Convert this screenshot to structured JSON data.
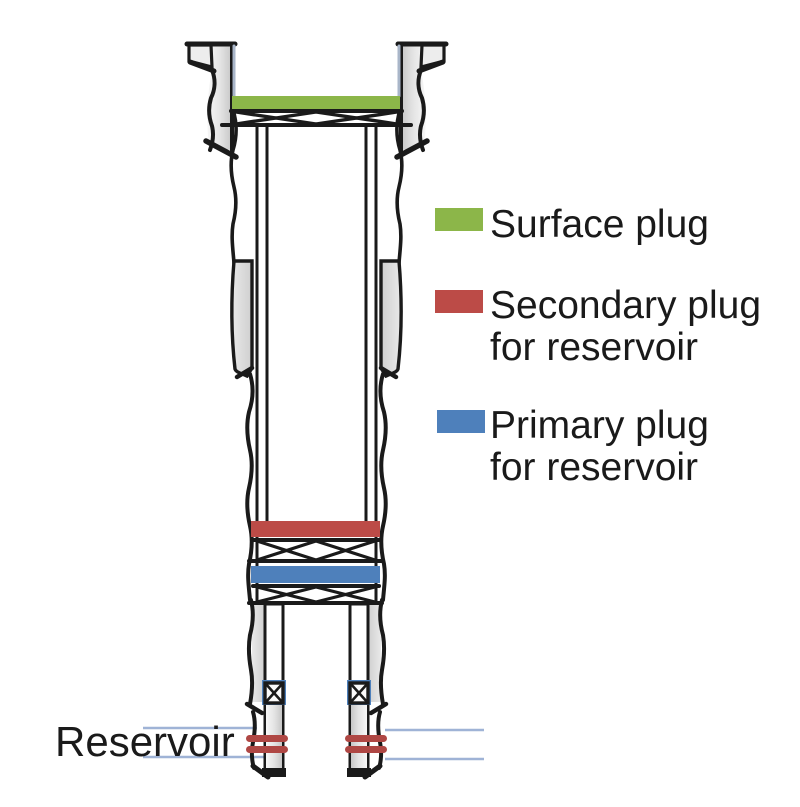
{
  "legend": {
    "items": [
      {
        "name": "surface-plug",
        "label": "Surface plug",
        "color": "#8CB649"
      },
      {
        "name": "secondary-plug",
        "label": "Secondary plug",
        "label2": "for reservoir",
        "color": "#BC4B47"
      },
      {
        "name": "primary-plug",
        "label": "Primary plug",
        "label2": "for reservoir",
        "color": "#4E80BB"
      }
    ]
  },
  "annotations": {
    "reservoir_label": "Reservoir"
  },
  "colors": {
    "surface_plug_green": "#8CB649",
    "secondary_plug_red": "#BC4B47",
    "primary_plug_blue": "#4E80BB",
    "reservoir_line_blue": "#9FB3D6",
    "perforation_red": "#AF4744",
    "outline_black": "#1A1A1A"
  }
}
